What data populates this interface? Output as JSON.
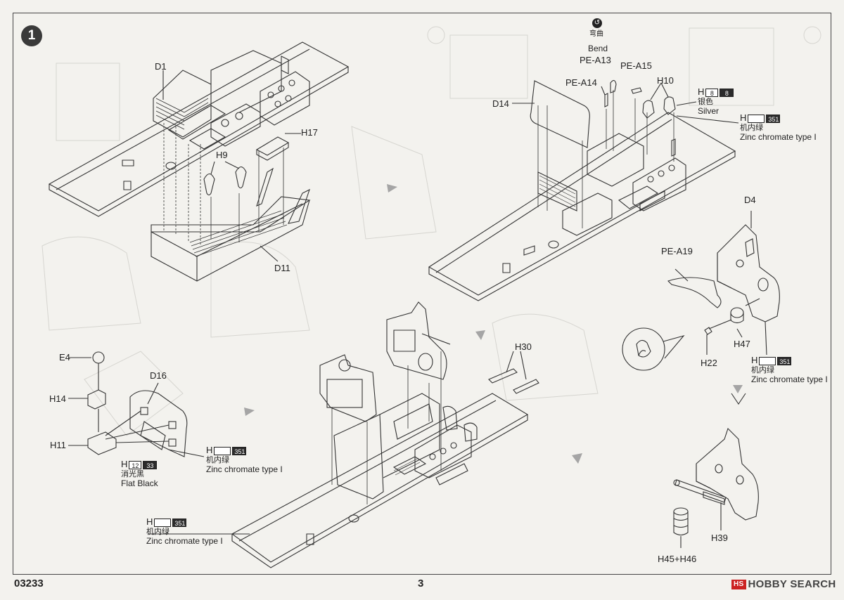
{
  "step_number": "1",
  "footer": {
    "product_code": "03233",
    "page_number": "3",
    "watermark": "HOBBY SEARCH"
  },
  "labels": {
    "d1": "D1",
    "h9": "H9",
    "h17": "H17",
    "d11": "D11",
    "d14": "D14",
    "pe_a14": "PE-A14",
    "pe_a13": "PE-A13",
    "pe_a15": "PE-A15",
    "h10": "H10",
    "bend_cn": "弯曲",
    "bend_en": "Bend",
    "d4": "D4",
    "pe_a19": "PE-A19",
    "h47": "H47",
    "h22": "H22",
    "e4": "E4",
    "h14": "H14",
    "h11": "H11",
    "d16": "D16",
    "h30": "H30",
    "h39": "H39",
    "h45_46": "H45+H46"
  },
  "paints": {
    "silver": {
      "letter": "H",
      "code1": "8",
      "code2": "8",
      "cn": "银色",
      "en": "Silver"
    },
    "zinc_top": {
      "letter": "H",
      "code": "351",
      "cn": "机内绿",
      "en": "Zinc chromate type I"
    },
    "zinc_d4": {
      "letter": "H",
      "code": "351",
      "cn": "机内绿",
      "en": "Zinc chromate type I"
    },
    "flat_black": {
      "letter": "H",
      "code1": "12",
      "code2": "33",
      "cn": "消光黑",
      "en": "Flat Black"
    },
    "zinc_d16": {
      "letter": "H",
      "code": "351",
      "cn": "机内绿",
      "en": "Zinc chromate type I"
    },
    "zinc_bottom": {
      "letter": "H",
      "code": "351",
      "cn": "机内绿",
      "en": "Zinc chromate type I"
    }
  },
  "colors": {
    "line": "#333333",
    "paper": "#f3f2ee",
    "step_badge": "#3a3a3a",
    "logo_red": "#cc2222"
  }
}
